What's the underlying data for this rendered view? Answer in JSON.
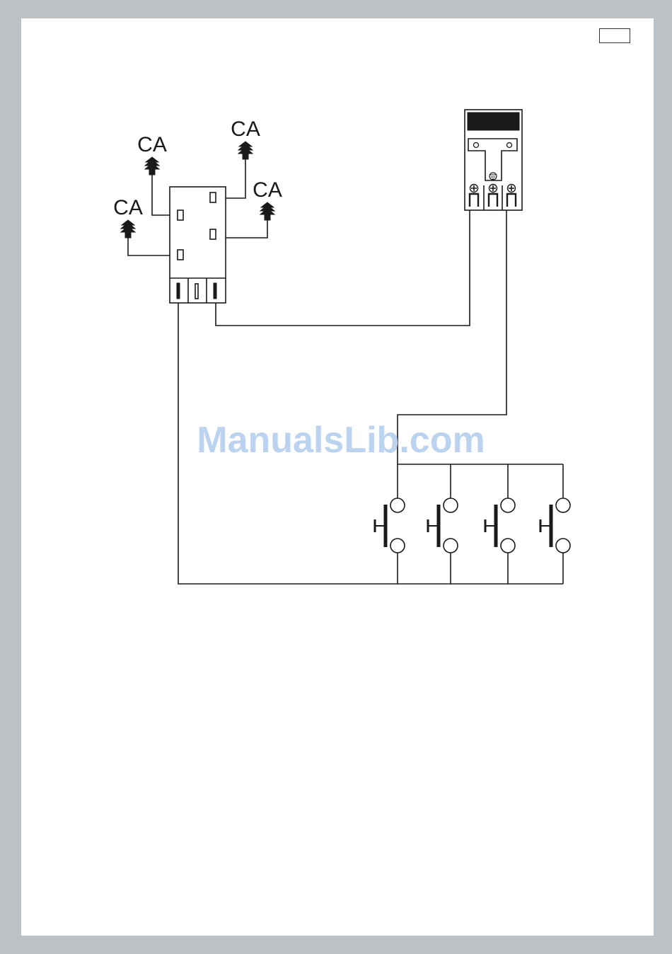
{
  "page_number": "",
  "labels": {
    "ca_top_left": "CA",
    "ca_top_right": "CA",
    "ca_mid_left": "CA",
    "ca_mid_right": "CA"
  },
  "watermark": "ManualsLib.com",
  "icons": {
    "antenna": "antenna-arrow-icon",
    "screw": "screw-terminal-icon",
    "ground": "ground-symbol-icon",
    "pushbutton": "push-button-switch-icon"
  },
  "colors": {
    "background": "#bcc1c6",
    "page": "#ffffff",
    "line": "#1a1a1a",
    "watermark": "#bcd3f0"
  }
}
